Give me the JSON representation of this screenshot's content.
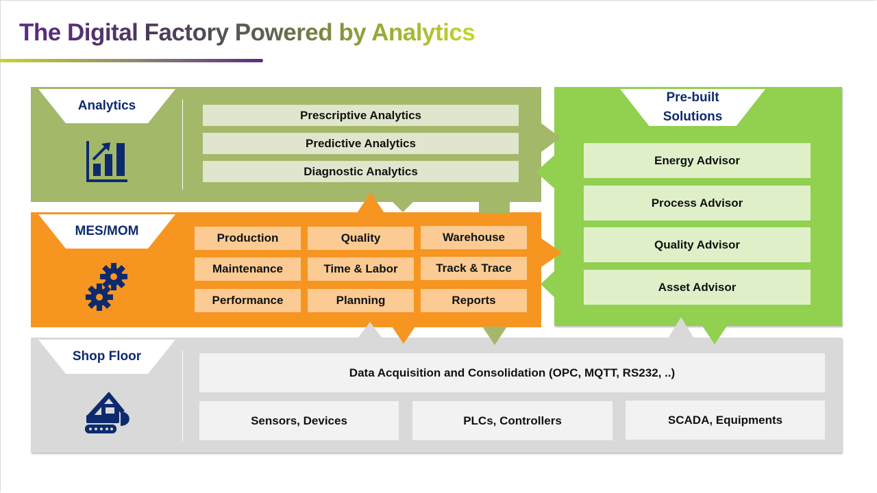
{
  "title": "The Digital Factory Powered by Analytics",
  "colors": {
    "analytics": "#a4b86a",
    "mes": "#f79521",
    "shop_floor": "#d9d9d9",
    "prebuilt": "#92d050",
    "label_text": "#0d2a6e",
    "icon": "#0d2a6e"
  },
  "analytics": {
    "label": "Analytics",
    "icon": "bar-chart-growth-icon",
    "items": [
      "Prescriptive  Analytics",
      "Predictive Analytics",
      "Diagnostic  Analytics"
    ]
  },
  "mes": {
    "label": "MES/MOM",
    "icon": "gears-icon",
    "items": [
      [
        "Production",
        "Quality",
        "Warehouse"
      ],
      [
        "Maintenance",
        "Time & Labor",
        "Track  & Trace"
      ],
      [
        "Performance",
        "Planning",
        "Reports"
      ]
    ]
  },
  "shop_floor": {
    "label": "Shop Floor",
    "icon": "excavator-icon",
    "top_item": "Data  Acquisition  and  Consolidation  (OPC,  MQTT,  RS232,  ..)",
    "items": [
      "Sensors,  Devices",
      "PLCs, Controllers",
      "SCADA, Equipments"
    ]
  },
  "prebuilt": {
    "label_line1": "Pre-built",
    "label_line2": "Solutions",
    "items": [
      "Energy Advisor",
      "Process Advisor",
      "Quality  Advisor",
      "Asset Advisor"
    ]
  }
}
